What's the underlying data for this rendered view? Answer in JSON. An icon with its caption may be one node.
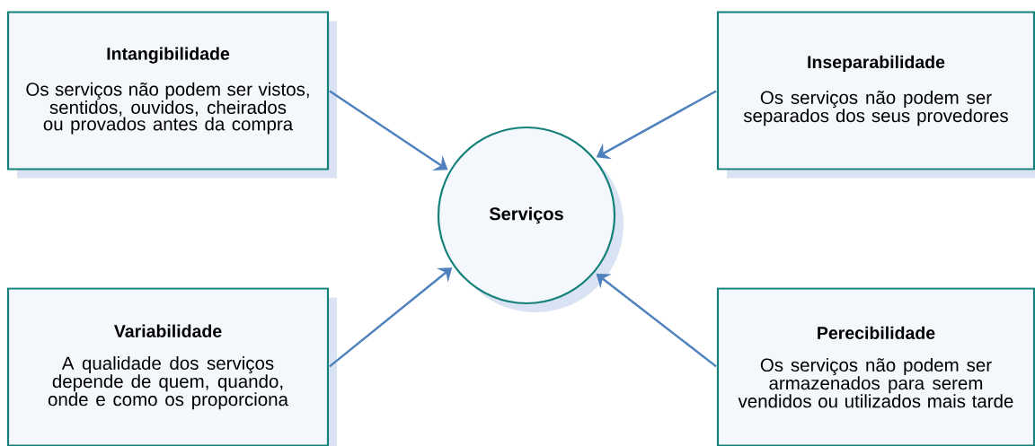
{
  "diagram": {
    "nodes": [
      {
        "text": [
          "Intangibilidade",
          "Os serviços não podem ser vistos, sentidos, ouvidos, cheirados ou provados antes da compra"
        ]
      },
      {
        "text": [
          "Inseparabilidade",
          "Os serviços não podem ser separados dos seus provedores"
        ]
      },
      {
        "text": [
          "Serviços"
        ]
      },
      {
        "text": [
          "Variabilidade",
          "A qualidade dos serviços depende de quem, quando, onde e como os proporciona"
        ]
      },
      {
        "text": [
          "Perecibilidade",
          "Os serviços não podem ser armazenados para serem vendidos ou utilizados mais tarde"
        ]
      }
    ],
    "edges": [
      {
        "from": 0,
        "to": 2,
        "arrow": "to"
      },
      {
        "from": 1,
        "to": 2,
        "arrow": "to"
      },
      {
        "from": 3,
        "to": 2,
        "arrow": "to"
      },
      {
        "from": 4,
        "to": 2,
        "arrow": "to"
      }
    ]
  }
}
